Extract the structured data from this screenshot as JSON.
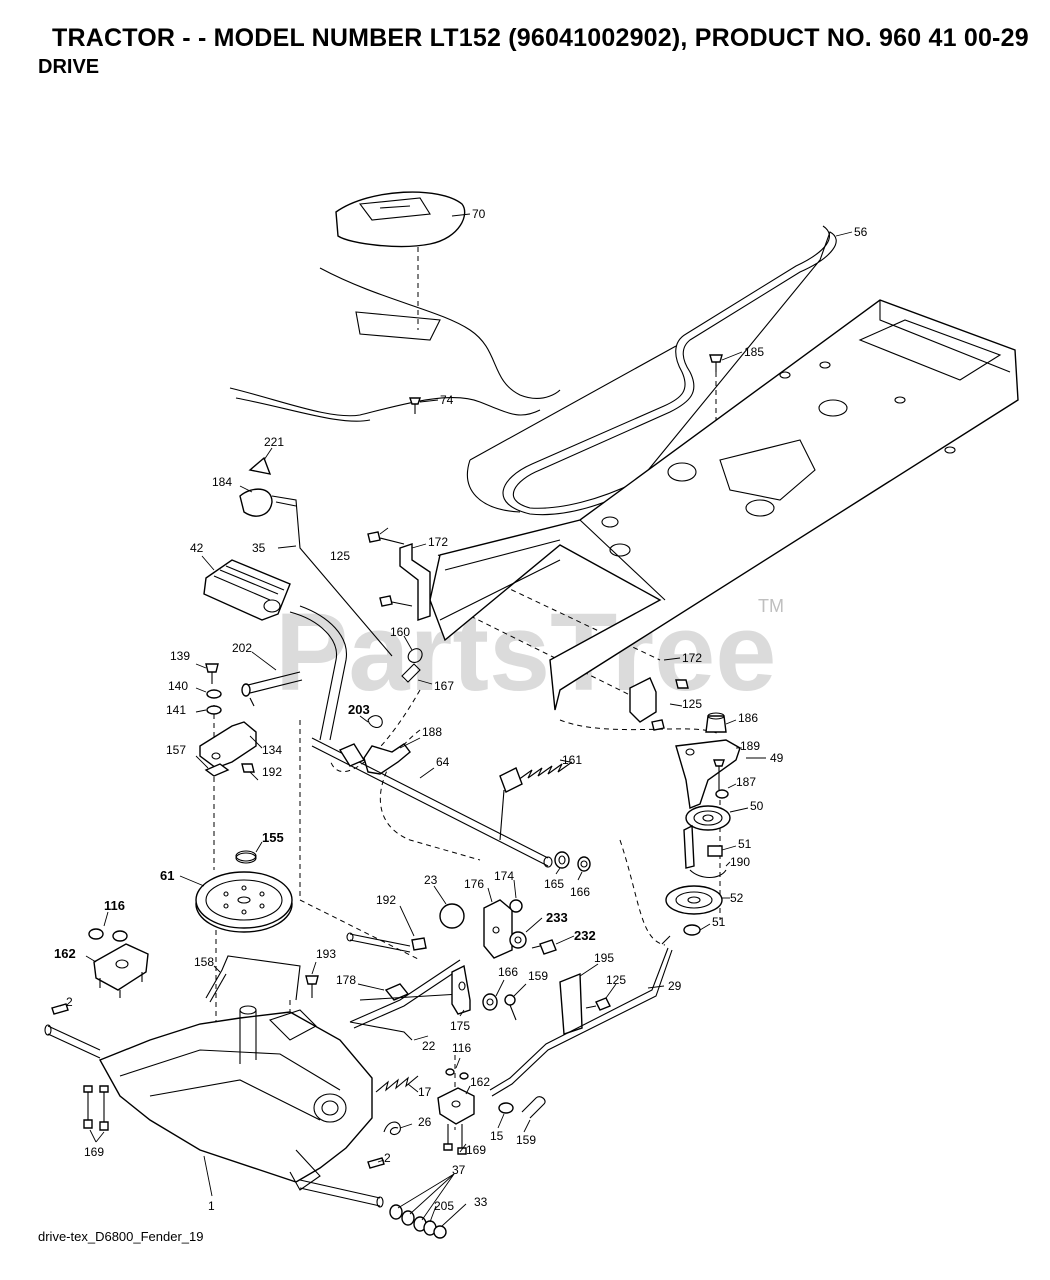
{
  "header": {
    "title": "TRACTOR - - MODEL NUMBER LT152 (96041002902), PRODUCT NO. 960 41 00-29",
    "section": "DRIVE"
  },
  "watermark": {
    "text": "PartsTree",
    "tm": "TM"
  },
  "footer": {
    "drawing_id": "drive-tex_D6800_Fender_19"
  },
  "callouts": [
    {
      "id": "c-70",
      "label": "70"
    },
    {
      "id": "c-56",
      "label": "56"
    },
    {
      "id": "c-185",
      "label": "185"
    },
    {
      "id": "c-74",
      "label": "74"
    },
    {
      "id": "c-221",
      "label": "221"
    },
    {
      "id": "c-184",
      "label": "184"
    },
    {
      "id": "c-35",
      "label": "35"
    },
    {
      "id": "c-42",
      "label": "42"
    },
    {
      "id": "c-125a",
      "label": "125"
    },
    {
      "id": "c-172a",
      "label": "172"
    },
    {
      "id": "c-160",
      "label": "160"
    },
    {
      "id": "c-167",
      "label": "167"
    },
    {
      "id": "c-139",
      "label": "139"
    },
    {
      "id": "c-202",
      "label": "202"
    },
    {
      "id": "c-140",
      "label": "140"
    },
    {
      "id": "c-141",
      "label": "141"
    },
    {
      "id": "c-134",
      "label": "134"
    },
    {
      "id": "c-157",
      "label": "157"
    },
    {
      "id": "c-192a",
      "label": "192"
    },
    {
      "id": "c-203",
      "label": "203"
    },
    {
      "id": "c-188",
      "label": "188"
    },
    {
      "id": "c-64",
      "label": "64"
    },
    {
      "id": "c-161",
      "label": "161"
    },
    {
      "id": "c-172b",
      "label": "172"
    },
    {
      "id": "c-125b",
      "label": "125"
    },
    {
      "id": "c-186",
      "label": "186"
    },
    {
      "id": "c-189",
      "label": "189"
    },
    {
      "id": "c-49",
      "label": "49"
    },
    {
      "id": "c-187",
      "label": "187"
    },
    {
      "id": "c-50",
      "label": "50"
    },
    {
      "id": "c-51a",
      "label": "51"
    },
    {
      "id": "c-190",
      "label": "190"
    },
    {
      "id": "c-52",
      "label": "52"
    },
    {
      "id": "c-51b",
      "label": "51"
    },
    {
      "id": "c-155",
      "label": "155"
    },
    {
      "id": "c-61",
      "label": "61"
    },
    {
      "id": "c-116a",
      "label": "116"
    },
    {
      "id": "c-162a",
      "label": "162"
    },
    {
      "id": "c-23",
      "label": "23"
    },
    {
      "id": "c-176",
      "label": "176"
    },
    {
      "id": "c-174",
      "label": "174"
    },
    {
      "id": "c-165",
      "label": "165"
    },
    {
      "id": "c-166a",
      "label": "166"
    },
    {
      "id": "c-192b",
      "label": "192"
    },
    {
      "id": "c-233",
      "label": "233"
    },
    {
      "id": "c-232",
      "label": "232"
    },
    {
      "id": "c-193",
      "label": "193"
    },
    {
      "id": "c-158",
      "label": "158"
    },
    {
      "id": "c-178",
      "label": "178"
    },
    {
      "id": "c-166b",
      "label": "166"
    },
    {
      "id": "c-159a",
      "label": "159"
    },
    {
      "id": "c-195",
      "label": "195"
    },
    {
      "id": "c-125c",
      "label": "125"
    },
    {
      "id": "c-29",
      "label": "29"
    },
    {
      "id": "c-2a",
      "label": "2"
    },
    {
      "id": "c-175",
      "label": "175"
    },
    {
      "id": "c-22",
      "label": "22"
    },
    {
      "id": "c-116b",
      "label": "116"
    },
    {
      "id": "c-17",
      "label": "17"
    },
    {
      "id": "c-162b",
      "label": "162"
    },
    {
      "id": "c-26",
      "label": "26"
    },
    {
      "id": "c-169a",
      "label": "169"
    },
    {
      "id": "c-169b",
      "label": "169"
    },
    {
      "id": "c-15",
      "label": "15"
    },
    {
      "id": "c-159b",
      "label": "159"
    },
    {
      "id": "c-2b",
      "label": "2"
    },
    {
      "id": "c-1",
      "label": "1"
    },
    {
      "id": "c-37",
      "label": "37"
    },
    {
      "id": "c-205",
      "label": "205"
    },
    {
      "id": "c-33",
      "label": "33"
    }
  ]
}
